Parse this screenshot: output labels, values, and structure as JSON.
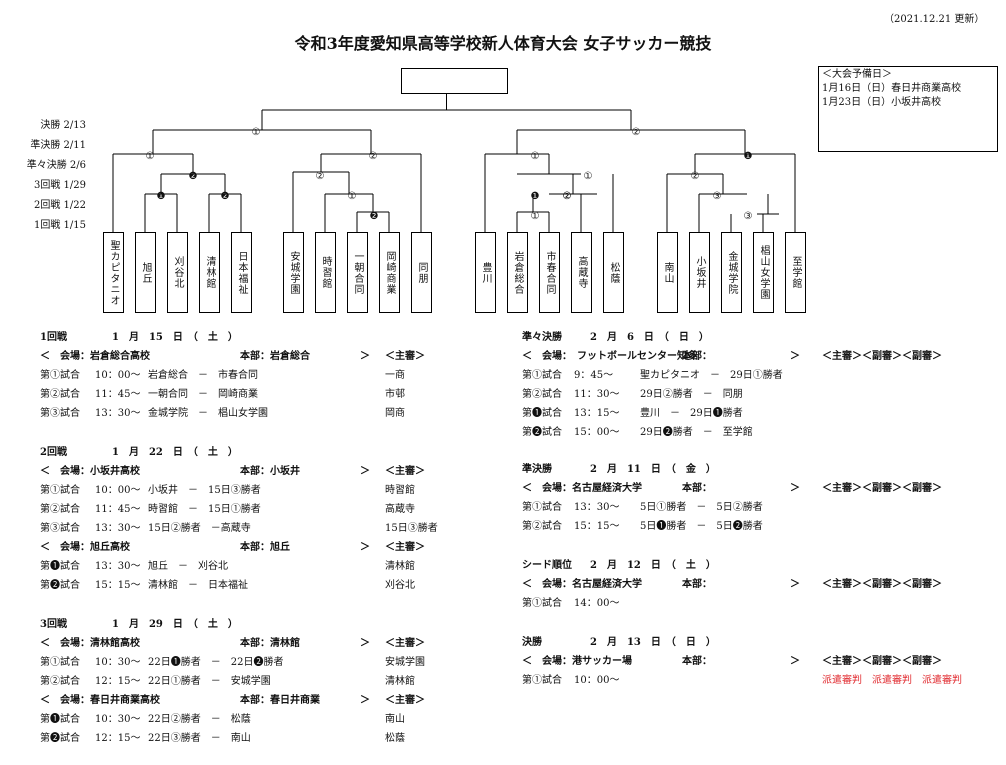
{
  "updated": "（2021.12.21 更新）",
  "title": "令和3年度愛知県高等学校新人体育大会 女子サッカー競技",
  "reserve": {
    "heading": "＜大会予備日＞",
    "lines": [
      "1月16日（日）春日井商業高校",
      "1月23日（日）小坂井高校"
    ]
  },
  "round_labels": [
    "決勝 2/13",
    "準決勝 2/11",
    "準々決勝 2/6",
    "3回戦 1/29",
    "2回戦 1/22",
    "1回戦 1/15"
  ],
  "teams": [
    "聖カピタニオ",
    "旭丘",
    "刈谷北",
    "清林館",
    "日本福祉",
    "安城学園",
    "時習館",
    "一朝合同",
    "岡崎商業",
    "同朋",
    "豊川",
    "岩倉総合",
    "市春合同",
    "高蔵寺",
    "松蔭",
    "南山",
    "小坂井",
    "金城学院",
    "椙山女学園",
    "至学館"
  ],
  "markers": [
    "①",
    "②",
    "①",
    "②",
    "①",
    "❶",
    "❷",
    "②",
    "①",
    "②",
    "❶",
    "❷",
    "❶",
    "①",
    "②",
    "❷",
    "③",
    "③",
    "①",
    "②"
  ],
  "left": [
    {
      "header": [
        "1回戦",
        "1　月　15　日　（　土　）"
      ],
      "venues": [
        {
          "venue": [
            "＜　会場：岩倉総合高校",
            "本部：岩倉総合",
            "＞",
            "＜主審＞"
          ],
          "matches": [
            [
              "第①試合",
              "10：00～",
              "岩倉総合　－　市春合同",
              "一商"
            ],
            [
              "第②試合",
              "11：45～",
              "一朝合同　－　岡崎商業",
              "市邨"
            ],
            [
              "第③試合",
              "13：30～",
              "金城学院　－　椙山女学園",
              "岡商"
            ]
          ]
        }
      ]
    },
    {
      "header": [
        "2回戦",
        "1　月　22　日　（　土　）"
      ],
      "venues": [
        {
          "venue": [
            "＜　会場：小坂井高校",
            "本部：小坂井",
            "＞",
            "＜主審＞"
          ],
          "matches": [
            [
              "第①試合",
              "10：00～",
              "小坂井　－　15日③勝者",
              "時習館"
            ],
            [
              "第②試合",
              "11：45～",
              "時習館　－　15日①勝者",
              "高蔵寺"
            ],
            [
              "第③試合",
              "13：30～",
              "15日②勝者　－高蔵寺",
              "15日③勝者"
            ]
          ]
        },
        {
          "venue": [
            "＜　会場：旭丘高校",
            "本部：旭丘",
            "＞",
            "＜主審＞"
          ],
          "matches": [
            [
              "第❶試合",
              "13：30～",
              "旭丘　－　刈谷北",
              "清林館"
            ],
            [
              "第❷試合",
              "15：15～",
              "清林館　－　日本福祉",
              "刈谷北"
            ]
          ]
        }
      ]
    },
    {
      "header": [
        "3回戦",
        "1　月　29　日　（　土　）"
      ],
      "venues": [
        {
          "venue": [
            "＜　会場：清林館高校",
            "本部：清林館",
            "＞",
            "＜主審＞"
          ],
          "matches": [
            [
              "第①試合",
              "10：30～",
              "22日❶勝者　－　22日❷勝者",
              "安城学園"
            ],
            [
              "第②試合",
              "12：15～",
              "22日①勝者　－　安城学園",
              "清林館"
            ]
          ]
        },
        {
          "venue": [
            "＜　会場：春日井商業高校",
            "本部：春日井商業",
            "＞",
            "＜主審＞"
          ],
          "matches": [
            [
              "第❶試合",
              "10：30～",
              "22日②勝者　－　松蔭",
              "南山"
            ],
            [
              "第❷試合",
              "12：15～",
              "22日③勝者　－　南山",
              "松蔭"
            ]
          ]
        }
      ]
    }
  ],
  "right": [
    {
      "header": [
        "準々決勝",
        "2　月　6　日　（　日　）"
      ],
      "venues": [
        {
          "venue": [
            "＜　会場：　フットボールセンター知多",
            "本部：",
            "＞",
            "＜主審＞＜副審＞＜副審＞"
          ],
          "matches": [
            [
              "第①試合",
              "9：45～",
              "聖カピタニオ　－　29日①勝者",
              ""
            ],
            [
              "第②試合",
              "11：30～",
              "29日②勝者　－　同朋",
              ""
            ],
            [
              "第❶試合",
              "13：15～",
              "豊川　－　29日❶勝者",
              ""
            ],
            [
              "第❷試合",
              "15：00～",
              "29日❷勝者　－　至学館",
              ""
            ]
          ]
        }
      ]
    },
    {
      "header": [
        "準決勝",
        "2　月　11　日　（　金　）"
      ],
      "venues": [
        {
          "venue": [
            "＜　会場：名古屋経済大学",
            "本部：",
            "＞",
            "＜主審＞＜副審＞＜副審＞"
          ],
          "matches": [
            [
              "第①試合",
              "13：30～",
              "5日①勝者　－　5日②勝者",
              ""
            ],
            [
              "第②試合",
              "15：15～",
              "5日❶勝者　－　5日❷勝者",
              ""
            ]
          ]
        }
      ]
    },
    {
      "header": [
        "シード順位",
        "2　月　12　日　（　土　）"
      ],
      "venues": [
        {
          "venue": [
            "＜　会場：名古屋経済大学",
            "本部：",
            "＞",
            "＜主審＞＜副審＞＜副審＞"
          ],
          "matches": [
            [
              "第①試合",
              "14：00～",
              "",
              ""
            ]
          ]
        }
      ]
    },
    {
      "header": [
        "決勝",
        "2　月　13　日　（　日　）"
      ],
      "venues": [
        {
          "venue": [
            "＜　会場：港サッカー場",
            "本部：",
            "＞",
            "＜主審＞＜副審＞＜副審＞"
          ],
          "matches": [
            [
              "第①試合",
              "10：00～",
              "",
              "派遣審判　派遣審判　派遣審判"
            ]
          ]
        }
      ]
    }
  ]
}
